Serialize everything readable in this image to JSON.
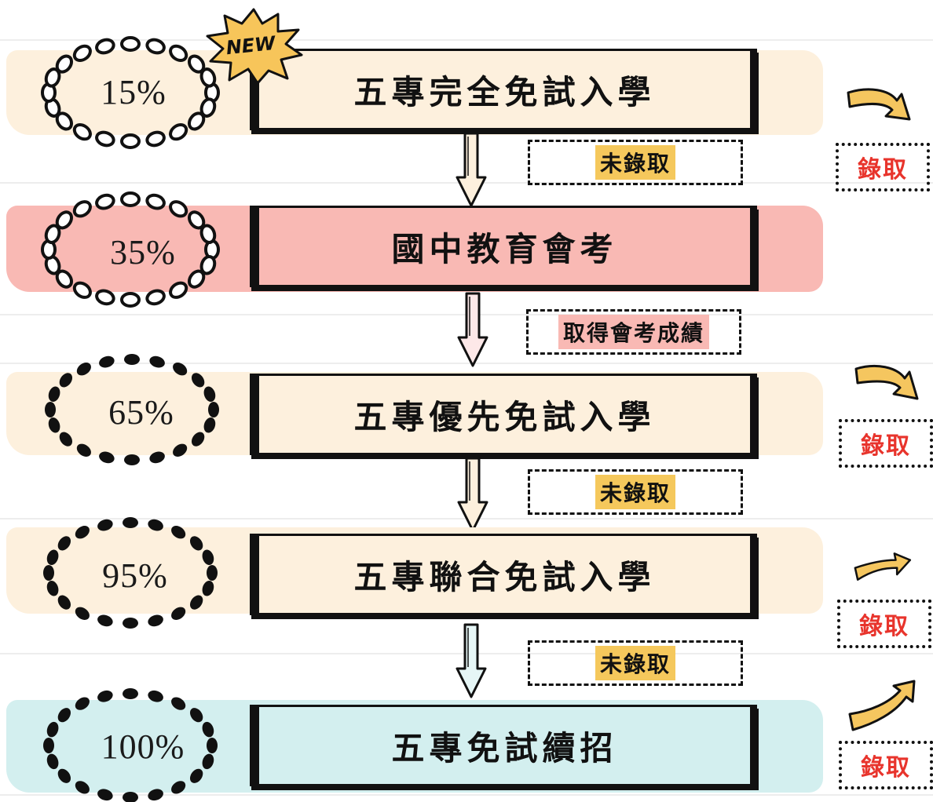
{
  "badge": {
    "label": "NEW"
  },
  "stages": [
    {
      "percent": "15%",
      "title": "五專完全免試入學"
    },
    {
      "percent": "35%",
      "title": "國中教育會考"
    },
    {
      "percent": "65%",
      "title": "五專優先免試入學"
    },
    {
      "percent": "95%",
      "title": "五專聯合免試入學"
    },
    {
      "percent": "100%",
      "title": "五專免試續招"
    }
  ],
  "transitions": [
    {
      "label": "未錄取"
    },
    {
      "label": "取得會考成績"
    },
    {
      "label": "未錄取"
    },
    {
      "label": "未錄取"
    }
  ],
  "outcomes": [
    {
      "label": "錄取"
    },
    {
      "label": "錄取"
    },
    {
      "label": "錄取"
    },
    {
      "label": "錄取"
    }
  ],
  "colors": {
    "cream": "#fdf0dd",
    "pink": "#f9b9b4",
    "teal": "#d3efef",
    "highlight_yellow": "#f5c85c",
    "admit_red": "#e8342c",
    "arrow_orange": "#f5c65f",
    "badge_yellow": "#f7c55a"
  },
  "icons": [
    "dotted-ring-icon",
    "down-arrow-icon",
    "curved-arrow-icon",
    "new-starburst-icon"
  ]
}
